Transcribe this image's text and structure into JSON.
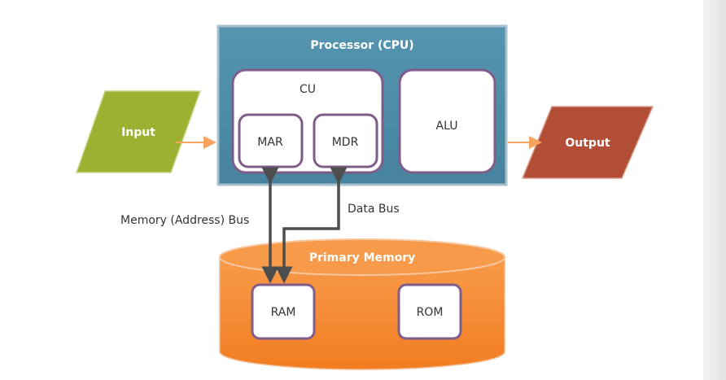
{
  "processor": {
    "title": "Processor (CPU)"
  },
  "cu": {
    "label": "CU",
    "mar": "MAR",
    "mdr": "MDR"
  },
  "alu": {
    "label": "ALU"
  },
  "input": {
    "label": "Input"
  },
  "output": {
    "label": "Output"
  },
  "buses": {
    "address": "Memory (Address) Bus",
    "data": "Data Bus"
  },
  "memory": {
    "title": "Primary Memory",
    "ram": "RAM",
    "rom": "ROM"
  },
  "colors": {
    "processor_fill": "#4f8da8",
    "processor_border": "#a8bfcc",
    "box_border": "#7e5d8a",
    "input_fill": "#9db031",
    "output_fill": "#b34e36",
    "memory_fill": "#f68b34",
    "arrow_orange": "#f6a460"
  }
}
